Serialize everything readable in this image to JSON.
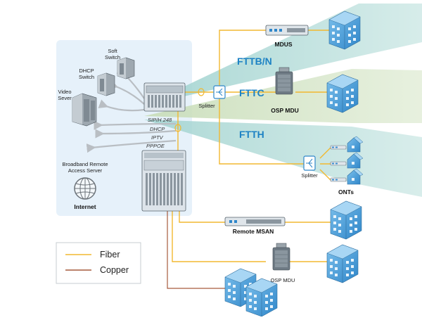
{
  "colors": {
    "fiber": "#f2b830",
    "copper": "#a65a3c",
    "panel_bg": "#e6f1fa",
    "accent_blue": "#1d82c4",
    "building_blue": "#5aa9df",
    "beam_teal": "#b5ddd8",
    "beam_green": "#d6e7c9"
  },
  "left_panel": {
    "soft_switch": [
      "Soft",
      "Switch"
    ],
    "dhcp_switch": [
      "DHCP",
      "Switch"
    ],
    "video_server": [
      "Video",
      "Sever"
    ],
    "bras": [
      "Broadband Remote",
      "Access Server"
    ],
    "internet": "Internet",
    "protocols": [
      "SIP/H 248",
      "DHCP",
      "IPTV",
      "PPPOE"
    ]
  },
  "labels": {
    "splitter_main": "Splitter",
    "splitter_ont": "Splitter",
    "mdus": "MDUS",
    "osp_mdu_top": "OSP MDU",
    "onts": "ONTs",
    "remote_msan": "Remote MSAN",
    "osp_mdu_bottom": "OSP MDU",
    "fttb": "FTTB/N",
    "fttc": "FTTC",
    "ftth": "FTTH"
  },
  "legend": {
    "fiber": "Fiber",
    "copper": "Copper"
  },
  "icons": [
    "soft-switch-icon",
    "dhcp-switch-icon",
    "video-server-icon",
    "globe-icon",
    "olt-chassis-icon",
    "msan-chassis-icon",
    "splitter-icon",
    "building-icon",
    "ont-house-icon",
    "cabinet-icon",
    "rack-device-icon"
  ]
}
